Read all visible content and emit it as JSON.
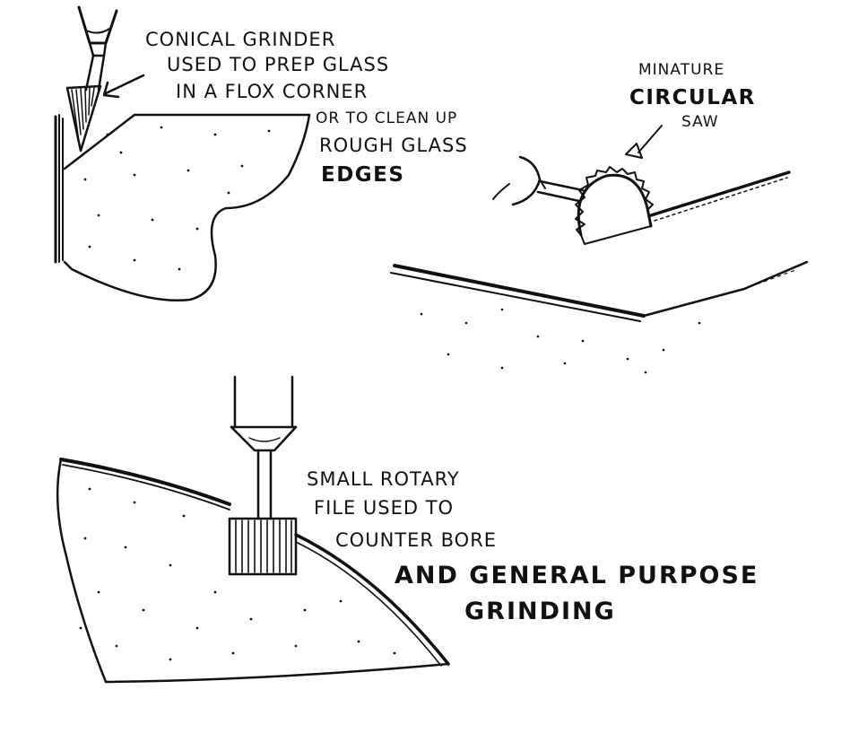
{
  "conical_grinder": {
    "lines": [
      "CONICAL GRINDER",
      "USED TO PREP GLASS",
      "IN A FLOX  CORNER",
      "OR TO CLEAN UP",
      "ROUGH GLASS",
      "EDGES"
    ]
  },
  "circular_saw": {
    "lines": [
      "MINATURE",
      "CIRCULAR",
      "SAW"
    ]
  },
  "rotary_file": {
    "lines": [
      "SMALL ROTARY",
      "FILE  USED TO",
      "COUNTER BORE",
      "AND GENERAL PURPOSE",
      "GRINDING"
    ]
  },
  "colors": {
    "ink": "#111111",
    "paper": "#ffffff"
  }
}
